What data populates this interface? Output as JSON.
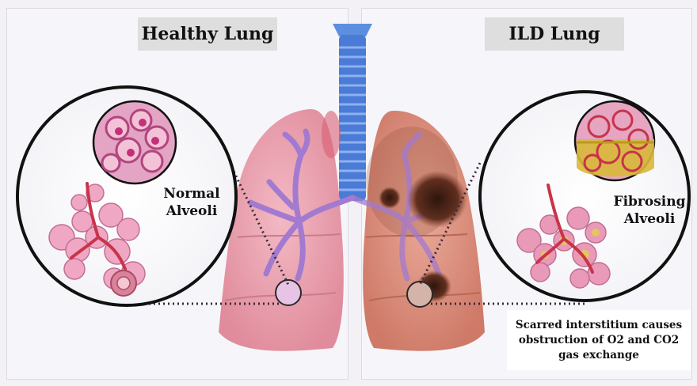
{
  "titles": {
    "healthy": "Healthy Lung",
    "ild": "ILD Lung"
  },
  "labels": {
    "normal_line1": "Normal",
    "normal_line2": "Alveoli",
    "fibrosing_line1": "Fibrosing",
    "fibrosing_line2": "Alveoli"
  },
  "note": {
    "line1": "Scarred interstitium causes",
    "line2": "obstruction of O2 and CO2",
    "line3": "gas exchange"
  },
  "colors": {
    "background": "#f3f1f6",
    "trachea": "#4a7bd6",
    "healthy_lung": "#e8a0ae",
    "ild_lung": "#d98a78",
    "bronchi": "#a27ad0",
    "scar": "#4a2418",
    "alveoli_sac": "#e99bb6",
    "fibrosis": "#d8b83a"
  }
}
